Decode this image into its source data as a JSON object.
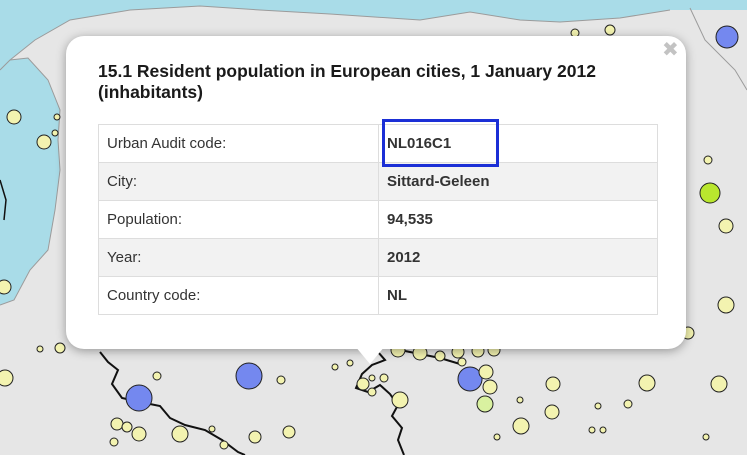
{
  "popup": {
    "title": "15.1 Resident population in European cities, 1 January 2012 (inhabitants)",
    "close_icon": "close-icon",
    "rows": [
      {
        "label": "Urban Audit code:",
        "value": "NL016C1"
      },
      {
        "label": "City:",
        "value": "Sittard-Geleen"
      },
      {
        "label": "Population:",
        "value": "94,535"
      },
      {
        "label": "Year:",
        "value": "2012"
      },
      {
        "label": "Country code:",
        "value": "NL"
      }
    ],
    "highlight_color": "#1b2fd6"
  },
  "map": {
    "land_color": "#e6e6e6",
    "sea_color": "#a9dce8",
    "border_color": "#111111",
    "marker_colors": {
      "blue": "#7488ef",
      "yellow": "#f3f3b0",
      "light_green": "#d9f1a0",
      "green": "#b9e62e"
    }
  }
}
